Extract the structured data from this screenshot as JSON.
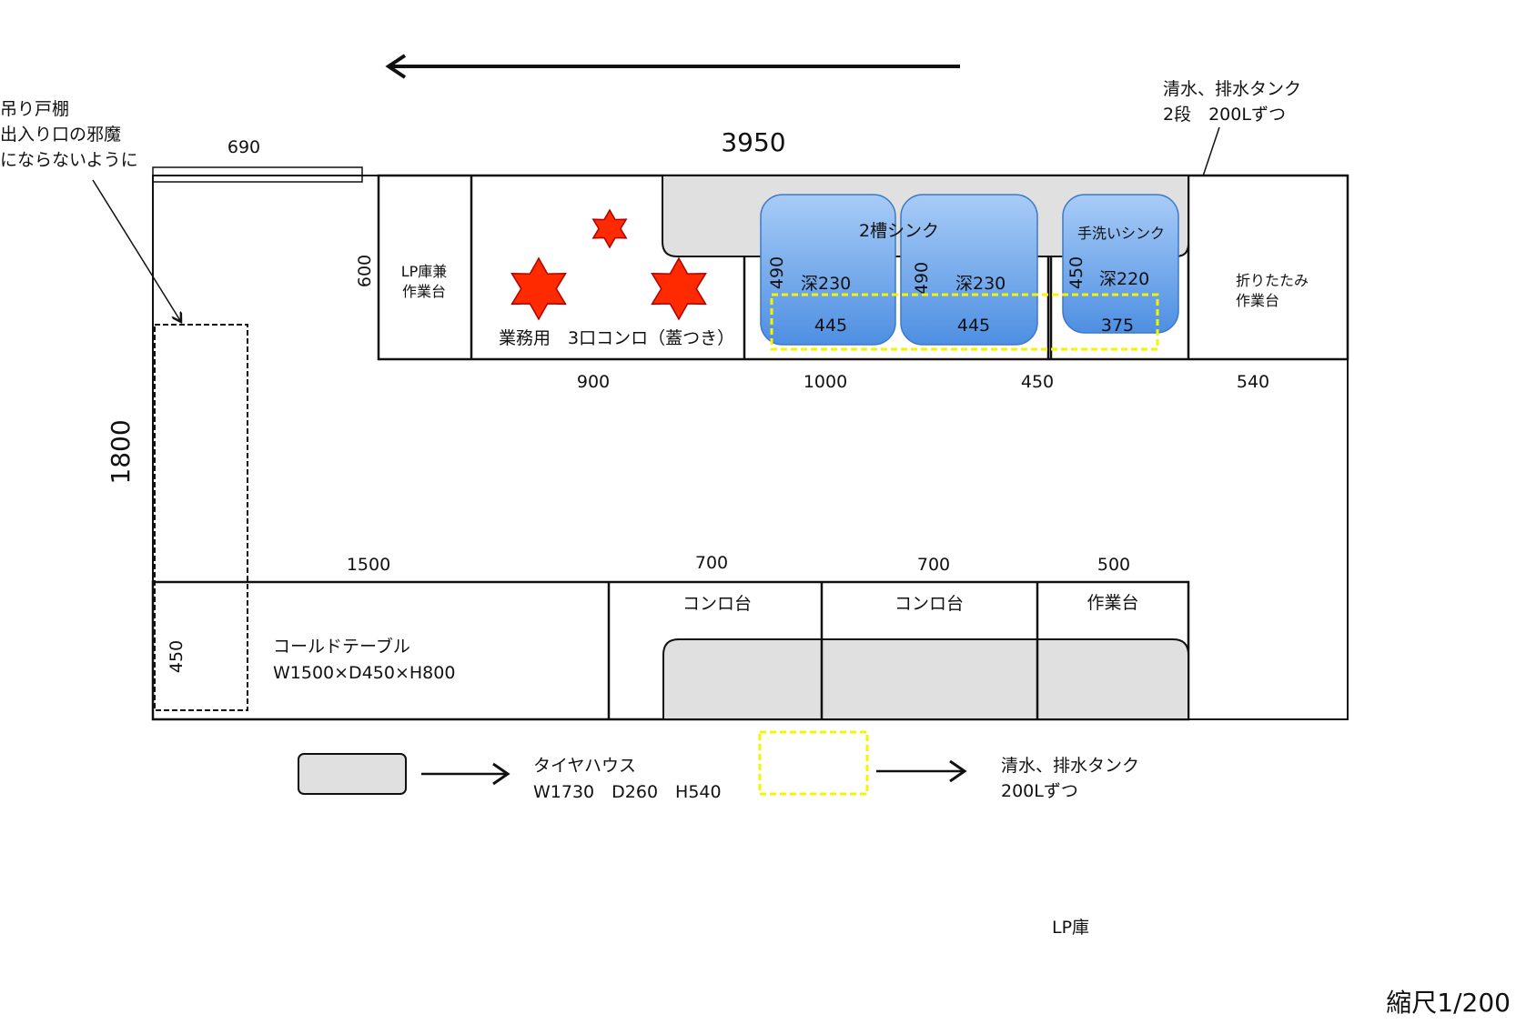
{
  "annotations": {
    "wall_cabinet": [
      "吊り戸棚",
      "出入り口の邪魔",
      "にならないように"
    ],
    "tank_note": [
      "清水、排水タンク",
      "2段　200Lずつ"
    ],
    "lp_storage": "LP庫",
    "scale": "縮尺1/200"
  },
  "dimensions": {
    "overall_length": "3950",
    "overall_width": "1800",
    "wall_cabinet_length": "690",
    "counter_depth": "600",
    "cold_table_depth": "450",
    "top_row": [
      "900",
      "1000",
      "450",
      "540"
    ],
    "bottom_row": [
      "1500",
      "700",
      "700",
      "500"
    ]
  },
  "top_counter": {
    "lp_workbench": [
      "LP庫兼",
      "作業台"
    ],
    "stove_label": "業務用　3口コンロ（蓋つき）",
    "two_sink": {
      "title": "2槽シンク",
      "left": {
        "width": "445",
        "depth": "深230",
        "length": "490"
      },
      "right": {
        "width": "445",
        "depth": "深230",
        "length": "490"
      }
    },
    "hand_sink": {
      "title": "手洗いシンク",
      "width": "375",
      "depth": "深220",
      "length": "450"
    },
    "folding_table": [
      "折りたたみ",
      "作業台"
    ]
  },
  "bottom_counter": {
    "cold_table": {
      "name": "コールドテーブル",
      "spec": "W1500×D450×H800"
    },
    "stove_stand_1": "コンロ台",
    "stove_stand_2": "コンロ台",
    "workbench": "作業台"
  },
  "legend": {
    "tire_house": {
      "name": "タイヤハウス",
      "spec": "W1730　D260　H540"
    },
    "tank": {
      "name": "清水、排水タンク",
      "spec": "200Lずつ"
    }
  },
  "colors": {
    "sink_blue": "#5f9de9",
    "sink_blue_light": "#a8ccf7",
    "burner_red": "#ff2a00",
    "tank_yellow": "#f5f500",
    "tire_house_gray": "#e0e0e0"
  }
}
